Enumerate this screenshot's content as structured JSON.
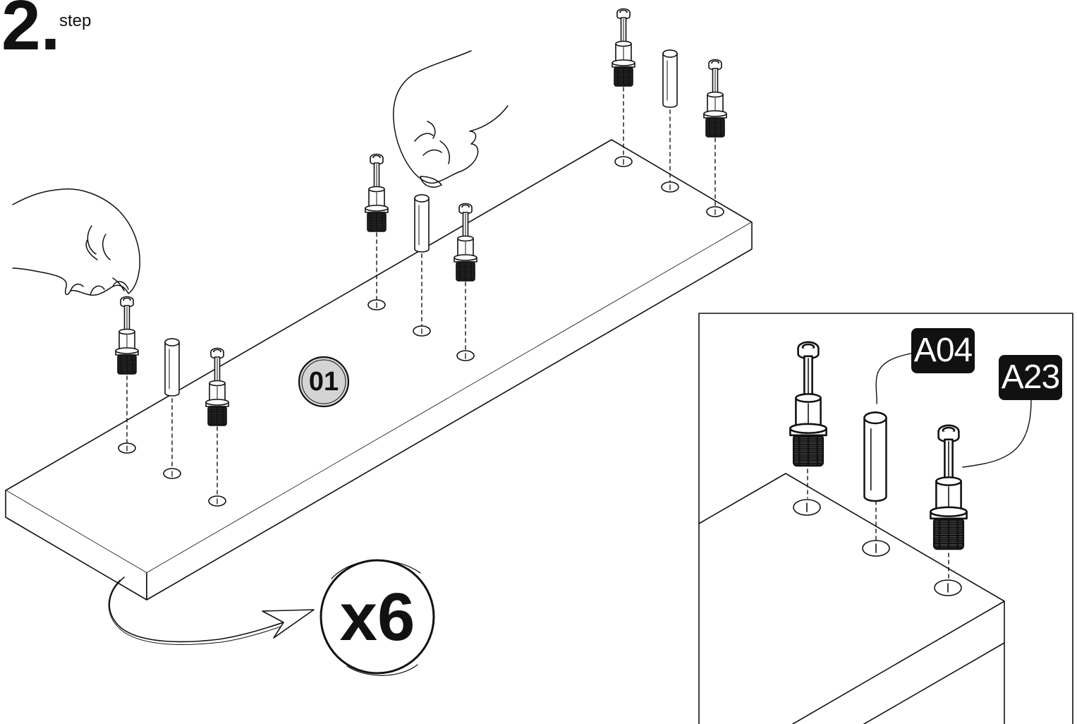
{
  "step": {
    "number": "2.",
    "word": "step"
  },
  "part_label": "01",
  "multiplier": "x6",
  "callouts": {
    "dowel": "A04",
    "cam_bolt": "A23"
  },
  "colors": {
    "ink": "#111111",
    "badge_fill": "#d4d4d4",
    "label_fill": "#111111",
    "label_text": "#ffffff"
  },
  "icons": [
    "hand-icon",
    "cam-bolt-icon",
    "dowel-icon",
    "drill-hole-icon",
    "curved-arrow-icon"
  ]
}
